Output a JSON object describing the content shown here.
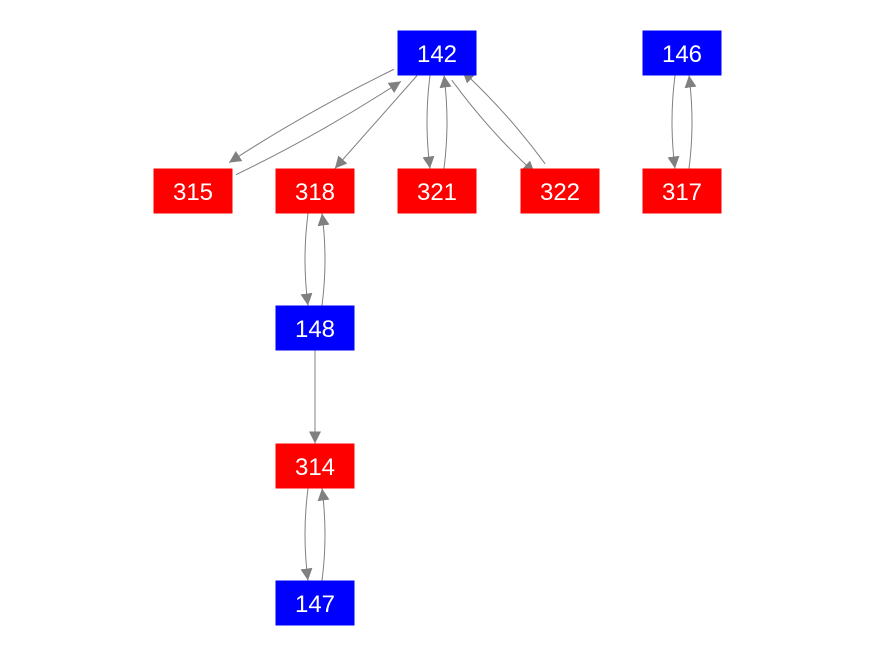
{
  "graph": {
    "node_colors": {
      "blue": "#0000ff",
      "red": "#ff0000"
    },
    "edge_color": "#808080",
    "nodes": [
      {
        "id": "142",
        "label": "142",
        "color": "blue"
      },
      {
        "id": "146",
        "label": "146",
        "color": "blue"
      },
      {
        "id": "315",
        "label": "315",
        "color": "red"
      },
      {
        "id": "318",
        "label": "318",
        "color": "red"
      },
      {
        "id": "321",
        "label": "321",
        "color": "red"
      },
      {
        "id": "322",
        "label": "322",
        "color": "red"
      },
      {
        "id": "317",
        "label": "317",
        "color": "red"
      },
      {
        "id": "148",
        "label": "148",
        "color": "blue"
      },
      {
        "id": "314",
        "label": "314",
        "color": "red"
      },
      {
        "id": "147",
        "label": "147",
        "color": "blue"
      }
    ],
    "edges": [
      {
        "from": "142",
        "to": "315"
      },
      {
        "from": "315",
        "to": "142"
      },
      {
        "from": "142",
        "to": "318"
      },
      {
        "from": "142",
        "to": "321"
      },
      {
        "from": "321",
        "to": "142"
      },
      {
        "from": "142",
        "to": "322"
      },
      {
        "from": "322",
        "to": "142"
      },
      {
        "from": "146",
        "to": "317"
      },
      {
        "from": "317",
        "to": "146"
      },
      {
        "from": "318",
        "to": "148"
      },
      {
        "from": "148",
        "to": "318"
      },
      {
        "from": "148",
        "to": "314"
      },
      {
        "from": "314",
        "to": "147"
      },
      {
        "from": "147",
        "to": "314"
      }
    ]
  }
}
